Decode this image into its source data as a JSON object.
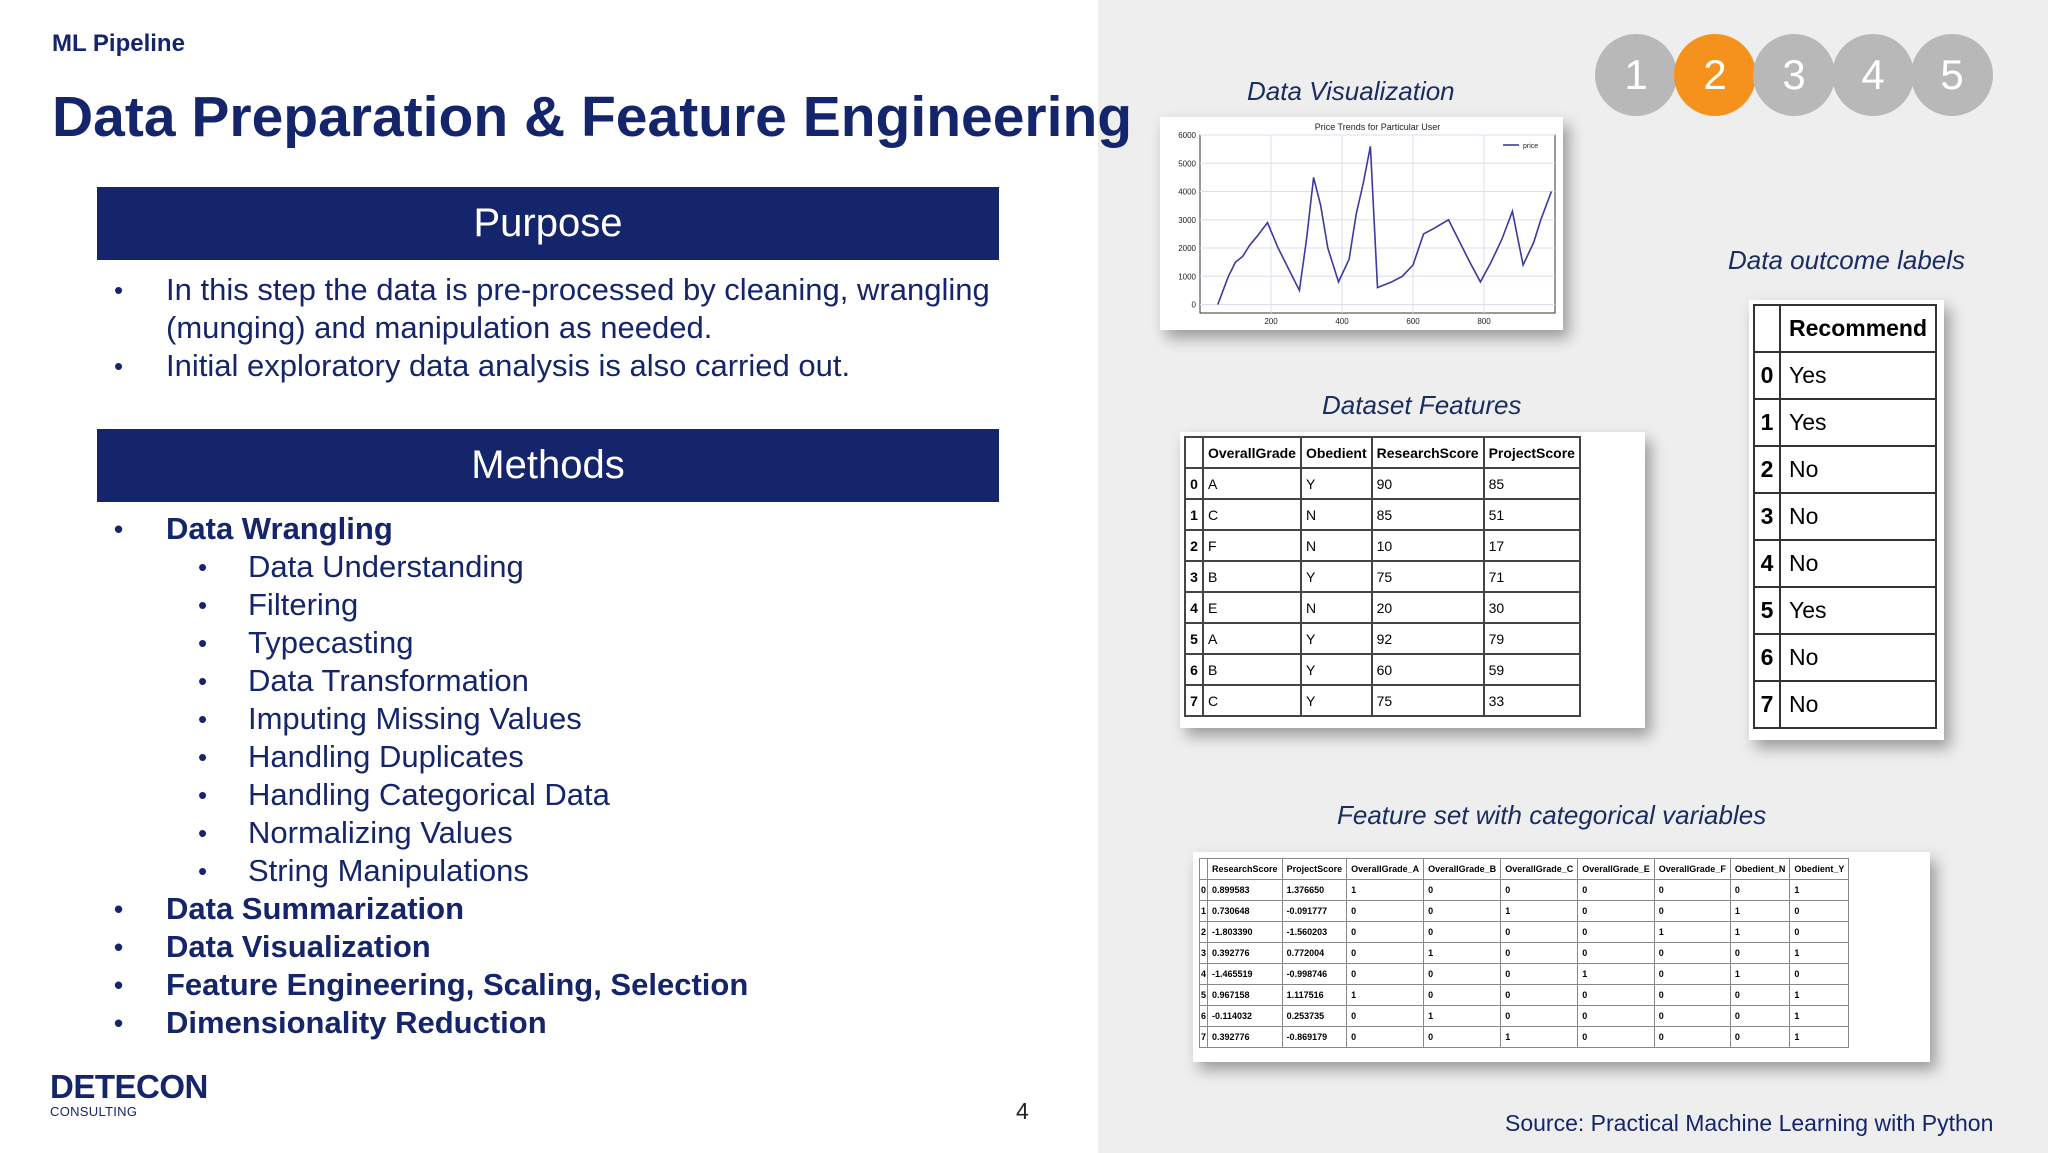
{
  "header": {
    "kicker": "ML Pipeline",
    "title": "Data Preparation & Feature Engineering"
  },
  "purpose": {
    "heading": "Purpose",
    "bullets": [
      "In this step the data is pre-processed by cleaning, wrangling (munging) and manipulation as needed.",
      "Initial exploratory data analysis is also carried out."
    ]
  },
  "methods": {
    "heading": "Methods",
    "items": {
      "data_wrangling": "Data Wrangling",
      "sub": [
        "Data Understanding",
        "Filtering",
        "Typecasting",
        "Data Transformation",
        "Imputing Missing Values",
        "Handling Duplicates",
        "Handling Categorical Data",
        "Normalizing Values",
        "String Manipulations"
      ],
      "data_summarization": "Data Summarization",
      "data_visualization": "Data Visualization",
      "feature_engineering": "Feature Engineering, Scaling, Selection",
      "dimensionality_reduction": "Dimensionality Reduction"
    }
  },
  "logo": {
    "name": "DETECON",
    "sub": "CONSULTING"
  },
  "page_number": "4",
  "steps": {
    "labels": [
      "1",
      "2",
      "3",
      "4",
      "5"
    ],
    "active_index": 1,
    "active_color": "#f5921e",
    "inactive_color": "#b8b8b8"
  },
  "captions": {
    "visualization": "Data Visualization",
    "outcome_labels": "Data outcome labels",
    "dataset_features": "Dataset Features",
    "categorical": "Feature set with categorical variables"
  },
  "chart_data": {
    "type": "line",
    "title": "Price Trends for Particular User",
    "legend": [
      "price"
    ],
    "legend_position": "top-right",
    "x": [
      50,
      80,
      100,
      120,
      140,
      160,
      190,
      220,
      240,
      260,
      280,
      300,
      320,
      340,
      360,
      390,
      420,
      440,
      460,
      480,
      500,
      540,
      570,
      600,
      630,
      660,
      700,
      740,
      760,
      790,
      820,
      850,
      880,
      910,
      940,
      960,
      990
    ],
    "values": [
      0,
      1000,
      1500,
      1700,
      2100,
      2400,
      2900,
      2000,
      1500,
      1000,
      500,
      2300,
      4500,
      3500,
      2000,
      800,
      1600,
      3200,
      4300,
      5600,
      600,
      800,
      1000,
      1400,
      2500,
      2700,
      3000,
      2000,
      1500,
      800,
      1500,
      2300,
      3300,
      1400,
      2200,
      3000,
      4000
    ],
    "xticks": [
      "200",
      "400",
      "600",
      "800"
    ],
    "yticks": [
      "0",
      "1000",
      "2000",
      "3000",
      "4000",
      "5000",
      "6000"
    ],
    "xlim": [
      0,
      1000
    ],
    "ylim": [
      -300,
      6000
    ],
    "grid": true,
    "line_color": "#3a3aa0"
  },
  "features_table": {
    "columns": [
      "OverallGrade",
      "Obedient",
      "ResearchScore",
      "ProjectScore"
    ],
    "rows": [
      [
        "0",
        "A",
        "Y",
        "90",
        "85"
      ],
      [
        "1",
        "C",
        "N",
        "85",
        "51"
      ],
      [
        "2",
        "F",
        "N",
        "10",
        "17"
      ],
      [
        "3",
        "B",
        "Y",
        "75",
        "71"
      ],
      [
        "4",
        "E",
        "N",
        "20",
        "30"
      ],
      [
        "5",
        "A",
        "Y",
        "92",
        "79"
      ],
      [
        "6",
        "B",
        "Y",
        "60",
        "59"
      ],
      [
        "7",
        "C",
        "Y",
        "75",
        "33"
      ]
    ]
  },
  "labels_table": {
    "column": "Recommend",
    "rows": [
      [
        "0",
        "Yes"
      ],
      [
        "1",
        "Yes"
      ],
      [
        "2",
        "No"
      ],
      [
        "3",
        "No"
      ],
      [
        "4",
        "No"
      ],
      [
        "5",
        "Yes"
      ],
      [
        "6",
        "No"
      ],
      [
        "7",
        "No"
      ]
    ]
  },
  "categorical_table": {
    "columns": [
      "ResearchScore",
      "ProjectScore",
      "OverallGrade_A",
      "OverallGrade_B",
      "OverallGrade_C",
      "OverallGrade_E",
      "OverallGrade_F",
      "Obedient_N",
      "Obedient_Y"
    ],
    "rows": [
      [
        "0",
        "0.899583",
        "1.376650",
        "1",
        "0",
        "0",
        "0",
        "0",
        "0",
        "1"
      ],
      [
        "1",
        "0.730648",
        "-0.091777",
        "0",
        "0",
        "1",
        "0",
        "0",
        "1",
        "0"
      ],
      [
        "2",
        "-1.803390",
        "-1.560203",
        "0",
        "0",
        "0",
        "0",
        "1",
        "1",
        "0"
      ],
      [
        "3",
        "0.392776",
        "0.772004",
        "0",
        "1",
        "0",
        "0",
        "0",
        "0",
        "1"
      ],
      [
        "4",
        "-1.465519",
        "-0.998746",
        "0",
        "0",
        "0",
        "1",
        "0",
        "1",
        "0"
      ],
      [
        "5",
        "0.967158",
        "1.117516",
        "1",
        "0",
        "0",
        "0",
        "0",
        "0",
        "1"
      ],
      [
        "6",
        "-0.114032",
        "0.253735",
        "0",
        "1",
        "0",
        "0",
        "0",
        "0",
        "1"
      ],
      [
        "7",
        "0.392776",
        "-0.869179",
        "0",
        "0",
        "1",
        "0",
        "0",
        "0",
        "1"
      ]
    ]
  },
  "source": "Source: Practical Machine Learning with Python"
}
